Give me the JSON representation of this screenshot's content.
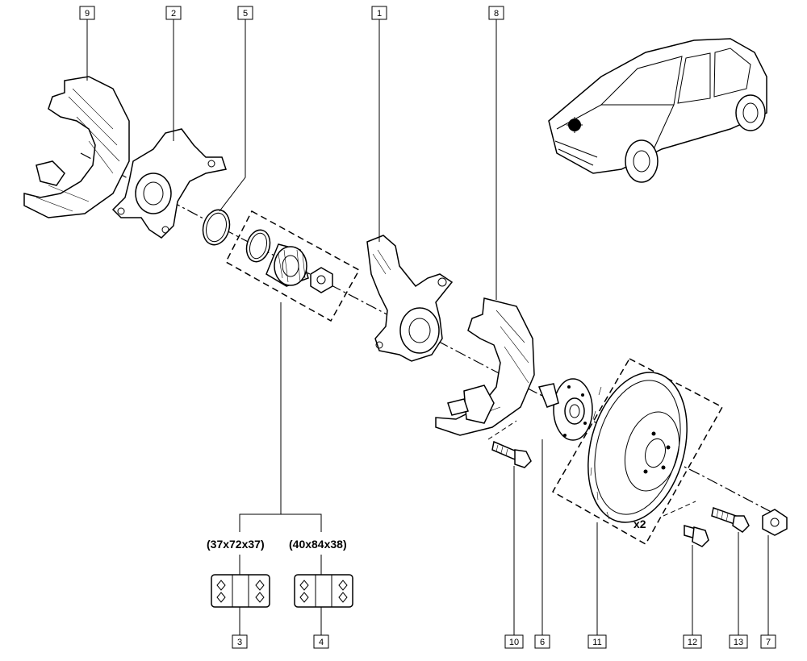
{
  "callouts": [
    {
      "id": "c9",
      "text": "9"
    },
    {
      "id": "c2",
      "text": "2"
    },
    {
      "id": "c5",
      "text": "5"
    },
    {
      "id": "c1",
      "text": "1"
    },
    {
      "id": "c8",
      "text": "8"
    },
    {
      "id": "c3",
      "text": "3"
    },
    {
      "id": "c4",
      "text": "4"
    },
    {
      "id": "c10",
      "text": "10"
    },
    {
      "id": "c6",
      "text": "6"
    },
    {
      "id": "c11",
      "text": "11"
    },
    {
      "id": "c12",
      "text": "12"
    },
    {
      "id": "c13",
      "text": "13"
    },
    {
      "id": "c7",
      "text": "7"
    }
  ],
  "bearing_sizes": {
    "size_3": "(37x72x37)",
    "size_4": "(40x84x38)"
  },
  "disc_quantity": "x2"
}
